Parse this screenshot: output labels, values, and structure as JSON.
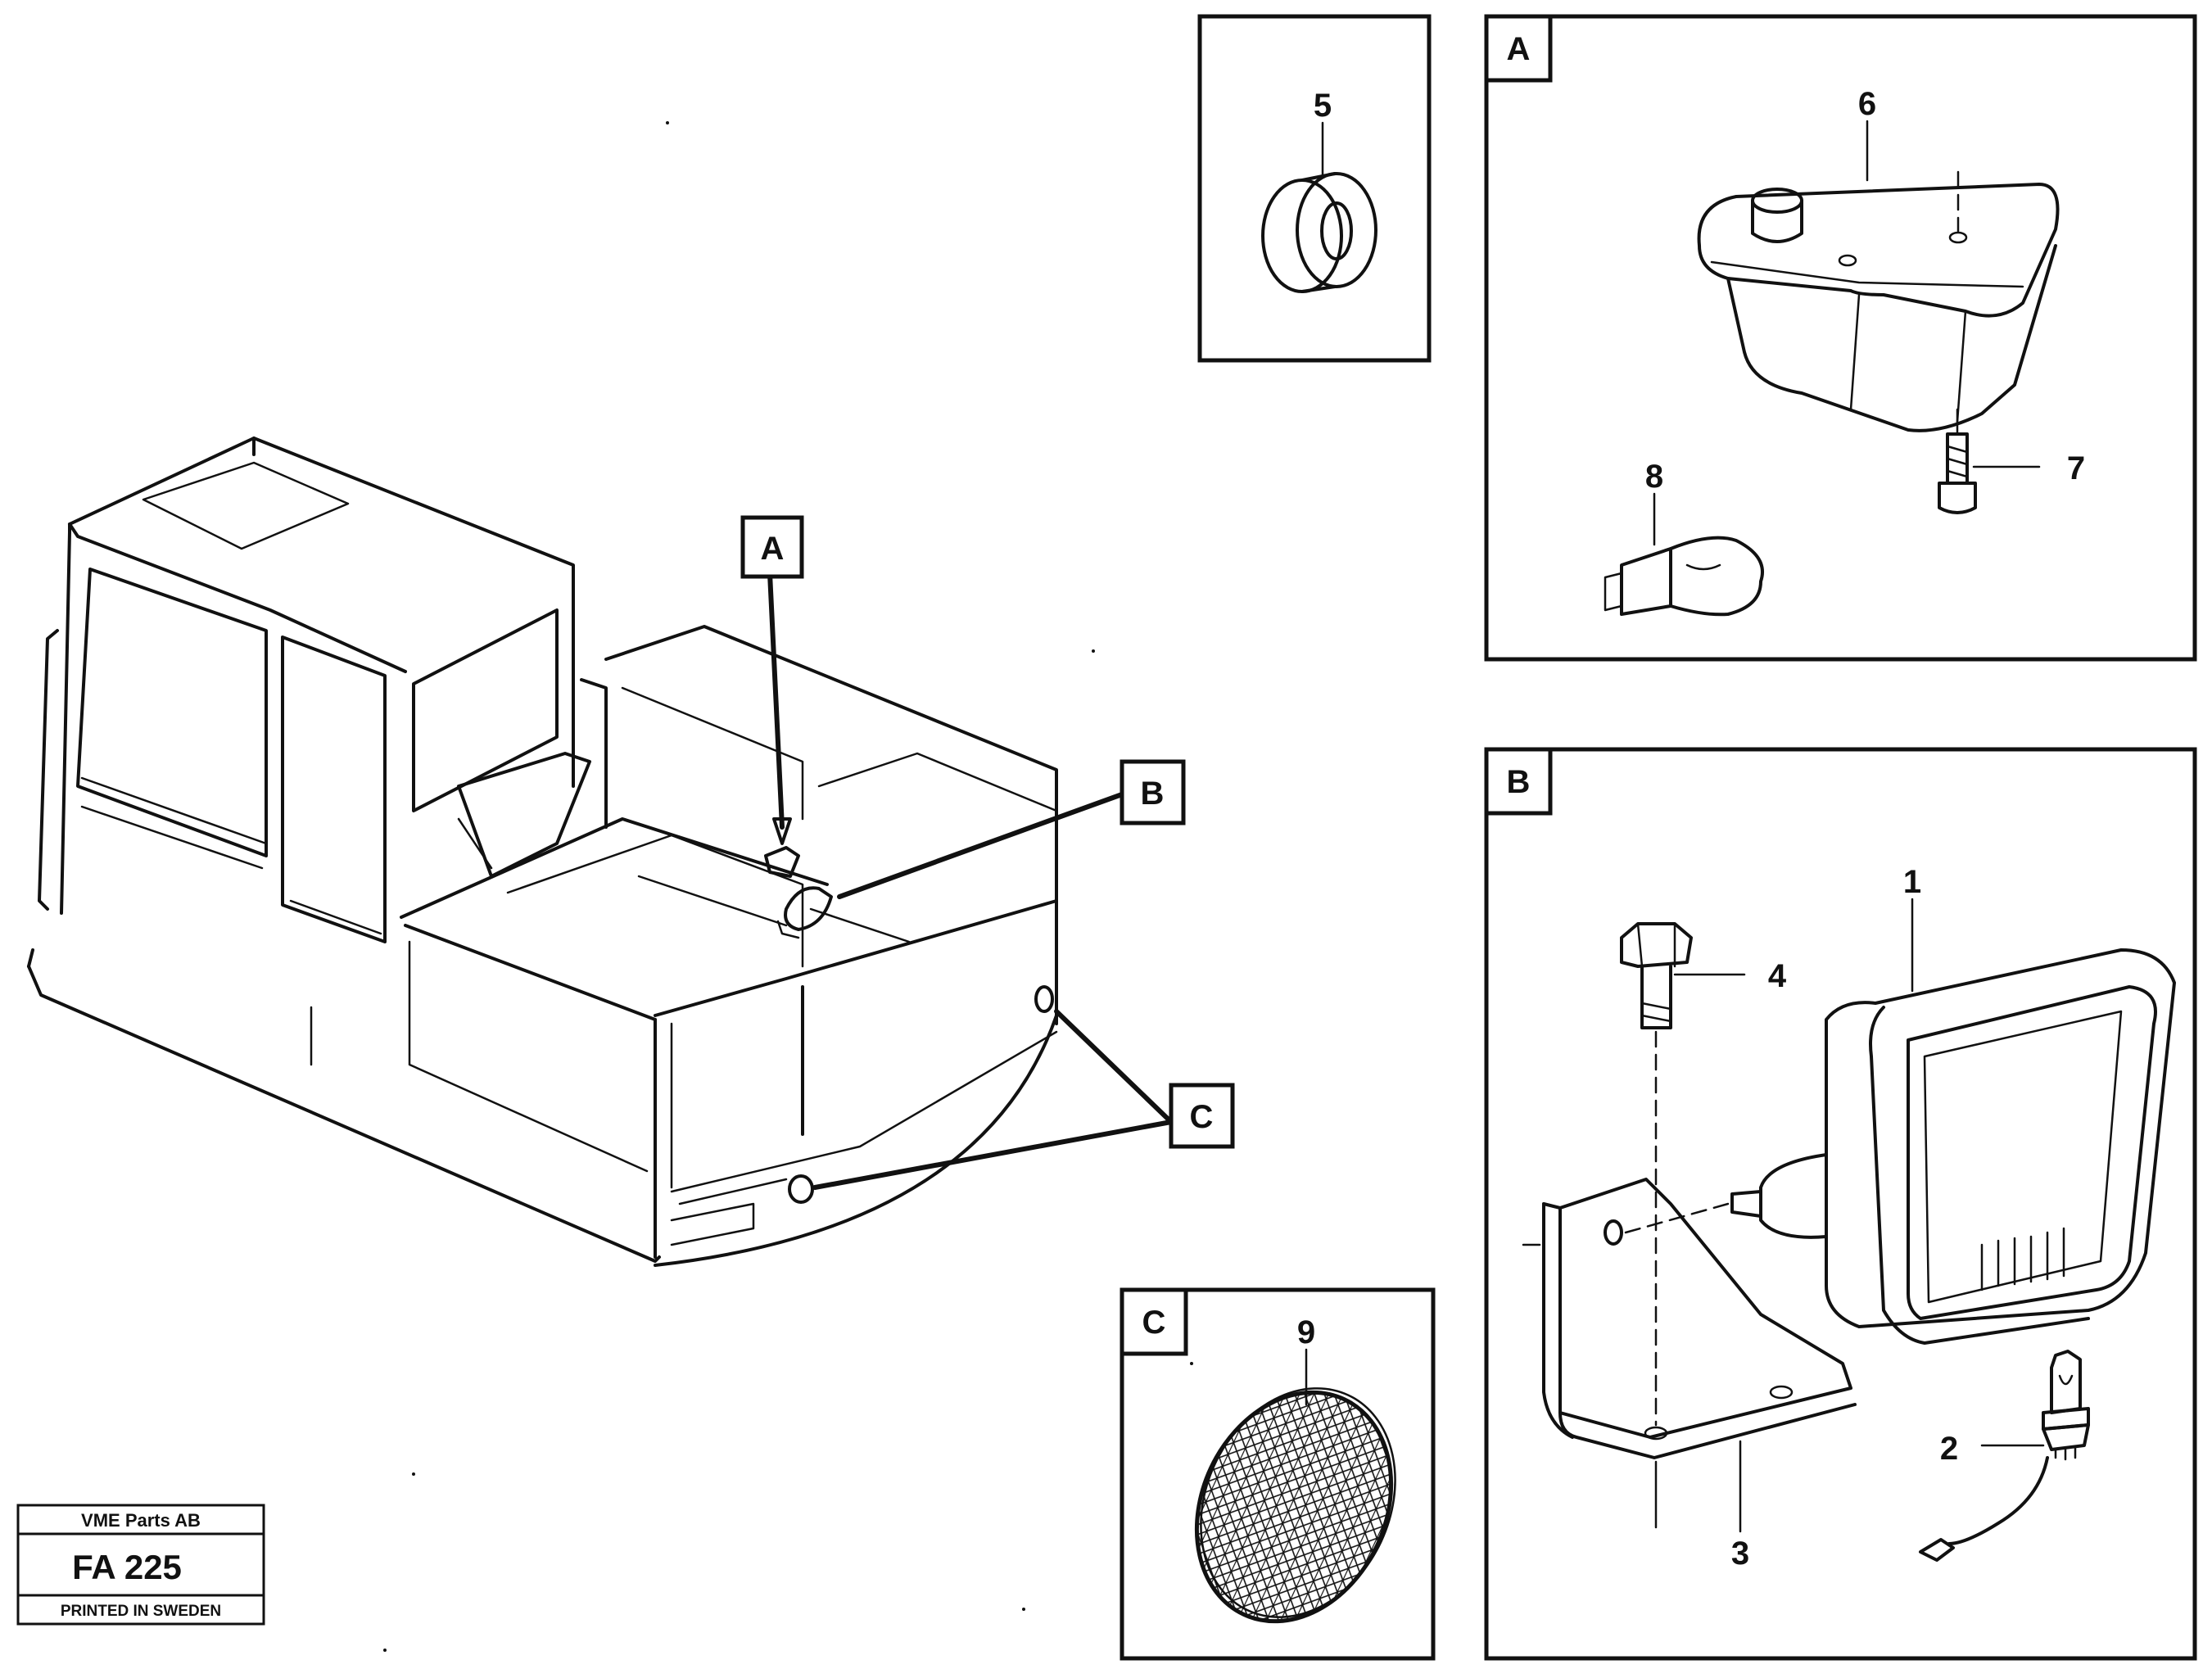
{
  "callouts": {
    "main_a": "A",
    "main_b": "B",
    "main_c": "C",
    "detail_a": "A",
    "detail_b": "B",
    "detail_c": "C"
  },
  "part_numbers": {
    "p1": "1",
    "p2": "2",
    "p3": "3",
    "p4": "4",
    "p5": "5",
    "p6": "6",
    "p7": "7",
    "p8": "8",
    "p9": "9"
  },
  "title_block": {
    "company": "VME Parts AB",
    "code": "FA 225",
    "printed": "PRINTED IN SWEDEN"
  }
}
